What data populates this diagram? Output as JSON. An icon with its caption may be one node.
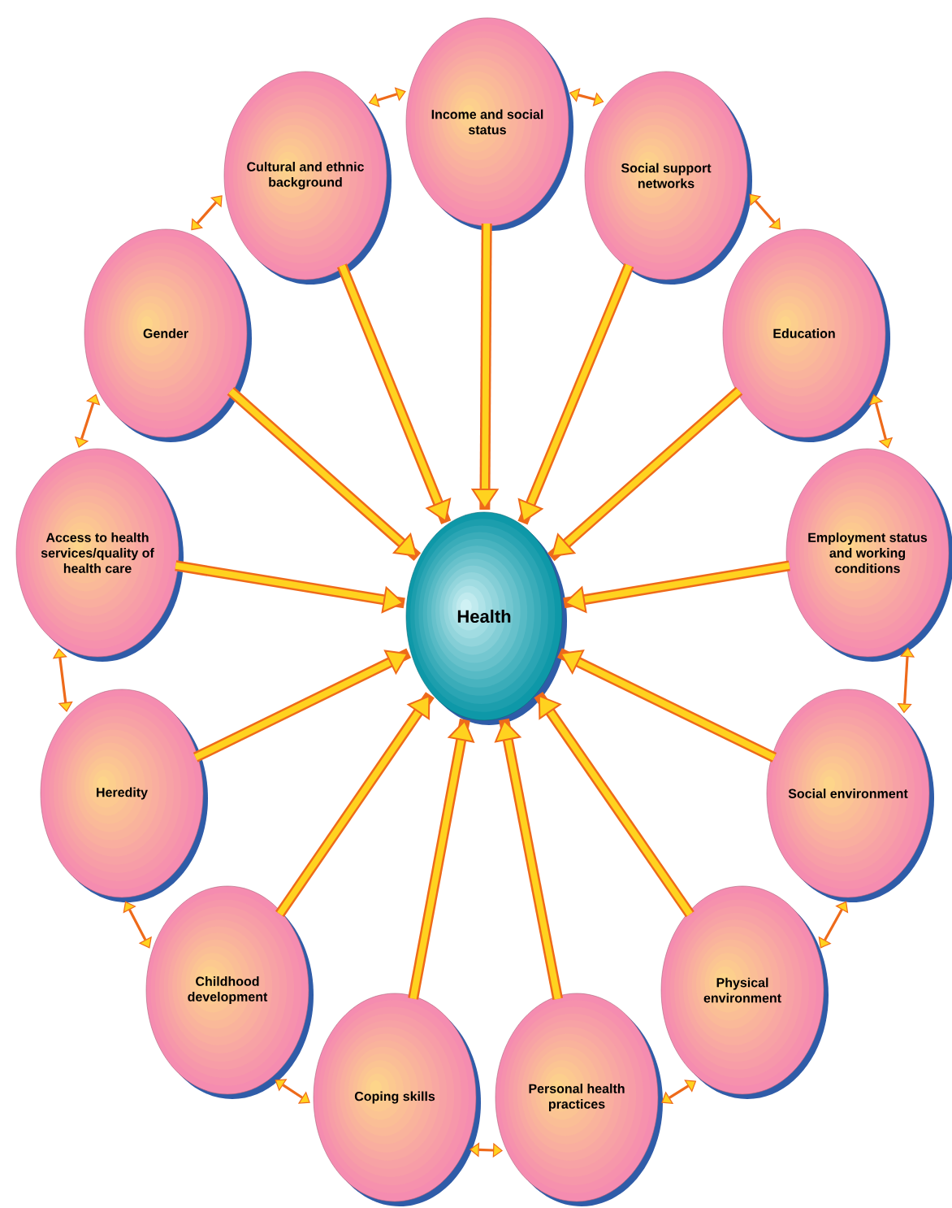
{
  "diagram": {
    "nodes": [
      {
        "text": [
          "Health"
        ]
      },
      {
        "text": [
          "Income and social status"
        ]
      },
      {
        "text": [
          "Cultural and ethnic background"
        ]
      },
      {
        "text": [
          "Social support networks"
        ]
      },
      {
        "text": [
          "Gender"
        ]
      },
      {
        "text": [
          "Education"
        ]
      },
      {
        "text": [
          "Access to health services/quality of health care"
        ]
      },
      {
        "text": [
          "Employment status and working conditions"
        ]
      },
      {
        "text": [
          "Heredity"
        ]
      },
      {
        "text": [
          "Social environment"
        ]
      },
      {
        "text": [
          "Childhood development"
        ]
      },
      {
        "text": [
          "Physical environment"
        ]
      },
      {
        "text": [
          "Coping skills"
        ]
      },
      {
        "text": [
          "Personal health practices"
        ]
      }
    ],
    "edges": [
      {
        "from": 1,
        "to": 0,
        "arrow": "to",
        "style": "thick"
      },
      {
        "from": 2,
        "to": 0,
        "arrow": "to",
        "style": "thick"
      },
      {
        "from": 3,
        "to": 0,
        "arrow": "to",
        "style": "thick"
      },
      {
        "from": 4,
        "to": 0,
        "arrow": "to",
        "style": "thick"
      },
      {
        "from": 5,
        "to": 0,
        "arrow": "to",
        "style": "thick"
      },
      {
        "from": 6,
        "to": 0,
        "arrow": "to",
        "style": "thick"
      },
      {
        "from": 7,
        "to": 0,
        "arrow": "to",
        "style": "thick"
      },
      {
        "from": 8,
        "to": 0,
        "arrow": "to",
        "style": "thick"
      },
      {
        "from": 9,
        "to": 0,
        "arrow": "to",
        "style": "thick"
      },
      {
        "from": 10,
        "to": 0,
        "arrow": "to",
        "style": "thick"
      },
      {
        "from": 11,
        "to": 0,
        "arrow": "to",
        "style": "thick"
      },
      {
        "from": 12,
        "to": 0,
        "arrow": "to",
        "style": "thick"
      },
      {
        "from": 13,
        "to": 0,
        "arrow": "to",
        "style": "thick"
      },
      {
        "from": 2,
        "to": 1,
        "arrow": "both"
      },
      {
        "from": 1,
        "to": 3,
        "arrow": "both"
      },
      {
        "from": 4,
        "to": 2,
        "arrow": "both"
      },
      {
        "from": 3,
        "to": 5,
        "arrow": "both"
      },
      {
        "from": 6,
        "to": 4,
        "arrow": "both"
      },
      {
        "from": 5,
        "to": 7,
        "arrow": "both"
      },
      {
        "from": 6,
        "to": 8,
        "arrow": "both"
      },
      {
        "from": 7,
        "to": 9,
        "arrow": "both"
      },
      {
        "from": 8,
        "to": 10,
        "arrow": "both"
      },
      {
        "from": 9,
        "to": 11,
        "arrow": "both"
      },
      {
        "from": 10,
        "to": 12,
        "arrow": "both"
      },
      {
        "from": 12,
        "to": 13,
        "arrow": "both"
      },
      {
        "from": 13,
        "to": 11,
        "arrow": "both"
      }
    ]
  }
}
